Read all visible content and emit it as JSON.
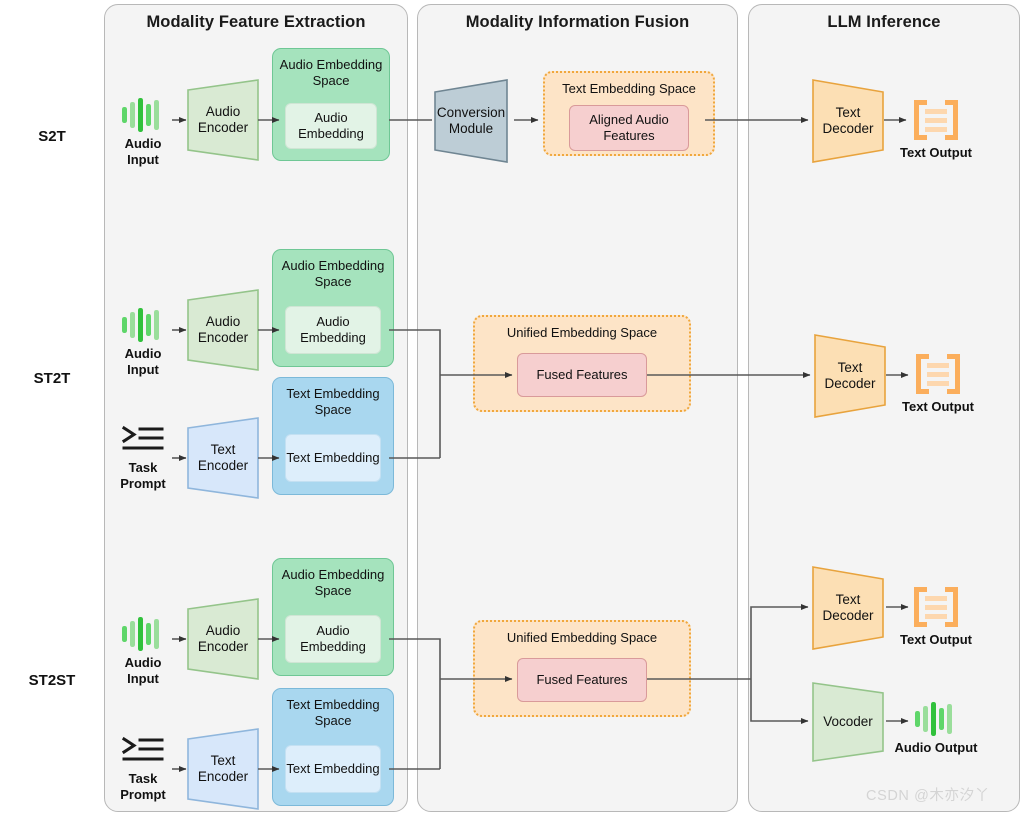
{
  "panels": [
    {
      "title": "Modality Feature Extraction"
    },
    {
      "title": "Modality Information Fusion"
    },
    {
      "title": "LLM Inference"
    }
  ],
  "rows": [
    {
      "label": "S2T"
    },
    {
      "label": "ST2T"
    },
    {
      "label": "ST2ST"
    }
  ],
  "labels": {
    "audio_input": "Audio\nInput",
    "task_prompt": "Task\nPrompt",
    "text_output": "Text Output",
    "audio_output": "Audio Output",
    "audio_encoder": "Audio Encoder",
    "text_encoder": "Text Encoder",
    "text_decoder": "Text Decoder",
    "vocoder": "Vocoder",
    "conversion_module": "Conversion Module",
    "audio_embedding_space": "Audio Embedding Space",
    "text_embedding_space": "Text Embedding Space",
    "unified_embedding_space": "Unified Embedding Space",
    "audio_embedding": "Audio Embedding",
    "text_embedding": "Text Embedding",
    "aligned_audio_features": "Aligned Audio Features",
    "fused_features": "Fused Features"
  },
  "colors": {
    "panel_bg": "#f4f4f4",
    "panel_border": "#b8b8b8",
    "audio_green": "#a5e3bd",
    "audio_green_border": "#6fc795",
    "encoder_green_fill": "#d9ead3",
    "encoder_green_stroke": "#94c48a",
    "text_blue": "#a9d7ef",
    "text_blue_border": "#7cb9d9",
    "encoder_blue_fill": "#d7e7fa",
    "encoder_blue_stroke": "#8fb6dc",
    "decoder_orange_fill": "#fcdfb4",
    "decoder_orange_stroke": "#e8a33d",
    "conversion_gray_fill": "#bdcdd6",
    "conversion_gray_stroke": "#6f8592",
    "dashed_bg": "#fde4c7",
    "dashed_border": "#f0a73c",
    "feature_pink_fill": "#f6cfcf",
    "feature_pink_stroke": "#d99a9a",
    "wire": "#595959",
    "icon_green": "#5fd66a",
    "icon_green_dark": "#31c13c",
    "icon_orange": "#fbae5c"
  },
  "watermark": "CSDN @木亦汐丫"
}
